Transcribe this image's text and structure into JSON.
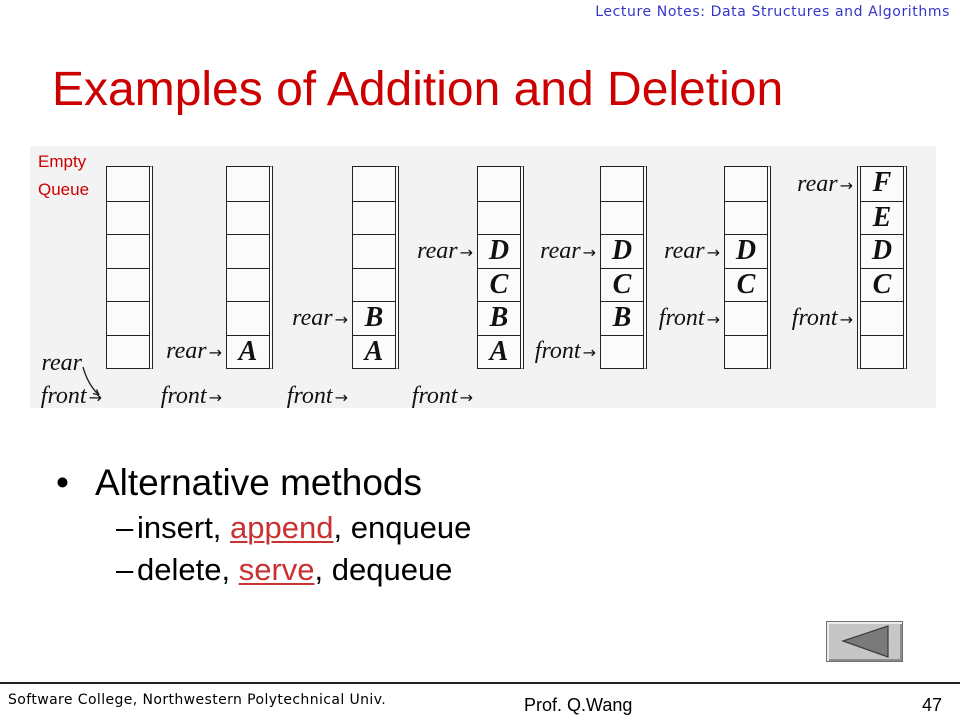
{
  "header": {
    "course": "Lecture Notes: Data Structures and Algorithms"
  },
  "title": "Examples of Addition and Deletion",
  "colors": {
    "title": "#cc0000",
    "header": "#3535c8",
    "annotation": "#cc0000",
    "highlight": "#c83232",
    "nav_icon": "#7a7a7a"
  },
  "diagram": {
    "empty_label": [
      "Empty",
      "Queue"
    ],
    "rear_label": "rear",
    "front_label": "front",
    "arrow_glyph": "→",
    "stacks": [
      {
        "cells": [
          "",
          "",
          "",
          "",
          "",
          ""
        ],
        "rear": -1,
        "front": -1
      },
      {
        "cells": [
          "A",
          "",
          "",
          "",
          "",
          ""
        ],
        "rear": 0,
        "front": -1
      },
      {
        "cells": [
          "A",
          "B",
          "",
          "",
          "",
          ""
        ],
        "rear": 1,
        "front": -1
      },
      {
        "cells": [
          "A",
          "B",
          "C",
          "D",
          "",
          ""
        ],
        "rear": 3,
        "front": -1
      },
      {
        "cells": [
          "",
          "B",
          "C",
          "D",
          "",
          ""
        ],
        "rear": 3,
        "front": 0
      },
      {
        "cells": [
          "",
          "",
          "C",
          "D",
          "",
          ""
        ],
        "rear": 3,
        "front": 1
      },
      {
        "cells": [
          "",
          "",
          "C",
          "D",
          "E",
          "F"
        ],
        "rear": 5,
        "front": 1
      }
    ]
  },
  "content": {
    "bullet_glyph": "•",
    "dash_glyph": "–",
    "bullet": "Alternative methods",
    "sub_items": [
      {
        "before": "insert, ",
        "highlight": "append",
        "after": ", enqueue"
      },
      {
        "before": "delete, ",
        "highlight": "serve",
        "after": ", dequeue"
      }
    ]
  },
  "nav": {
    "back_icon": "left-triangle-icon"
  },
  "footer": {
    "institution": "Software College, Northwestern Polytechnical Univ.",
    "author": "Prof. Q.Wang",
    "page": "47"
  }
}
